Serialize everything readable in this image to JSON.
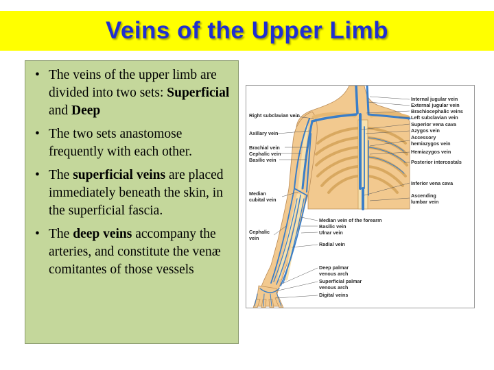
{
  "slide": {
    "title": "Veins of the Upper Limb"
  },
  "bullets": [
    {
      "parts": [
        {
          "text": "The veins of the upper limb are divided into two sets: ",
          "bold": false
        },
        {
          "text": "Superficial",
          "bold": true
        },
        {
          "text": " and ",
          "bold": false
        },
        {
          "text": "Deep",
          "bold": true
        }
      ]
    },
    {
      "parts": [
        {
          "text": "The two sets anastomose frequently with each other.",
          "bold": false
        }
      ]
    },
    {
      "parts": [
        {
          "text": "The ",
          "bold": false
        },
        {
          "text": "superficial veins",
          "bold": true
        },
        {
          "text": " are placed immediately beneath the skin, in the superficial fascia.",
          "bold": false
        }
      ]
    },
    {
      "parts": [
        {
          "text": "The ",
          "bold": false
        },
        {
          "text": "deep veins",
          "bold": true
        },
        {
          "text": " accompany the arteries, and constitute the venæ comitantes of those vessels",
          "bold": false
        }
      ]
    }
  ],
  "figure": {
    "labels_left": {
      "right_subclavian": "Right subclavian vein",
      "axillary": "Axillary vein",
      "brachial": "Brachial vein",
      "cephalic": "Cephalic vein",
      "basilic": "Basilic vein",
      "median_cubital_1": "Median",
      "median_cubital_2": "cubital vein",
      "cephalic_lower_1": "Cephalic",
      "cephalic_lower_2": "vein"
    },
    "labels_right": {
      "internal_jugular": "Internal jugular vein",
      "external_jugular": "External jugular vein",
      "brachiocephalic": "Brachiocephalic veins",
      "left_subclavian": "Left subclavian vein",
      "superior_vena_cava": "Superior vena cava",
      "azygos": "Azygos vein",
      "accessory_1": "Accessory",
      "accessory_2": "hemiazygos vein",
      "hemiazygos": "Hemiazygos vein",
      "posterior_intercostals": "Posterior intercostals",
      "inferior_vena_cava": "Inferior vena cava",
      "ascending_1": "Ascending",
      "ascending_2": "lumbar vein"
    },
    "labels_arm": {
      "median_forearm": "Median vein of the forearm",
      "basilic": "Basilic vein",
      "ulnar": "Ulnar vein",
      "radial": "Radial vein",
      "deep_palmar_1": "Deep palmar",
      "deep_palmar_2": "venous arch",
      "superficial_palmar_1": "Superficial palmar",
      "superficial_palmar_2": "venous arch",
      "digital": "Digital veins"
    },
    "colors": {
      "skin": "#f2c98f",
      "bone": "#f7e2b0",
      "vein": "#3a7ec8",
      "label": "#2a2a2a"
    }
  }
}
